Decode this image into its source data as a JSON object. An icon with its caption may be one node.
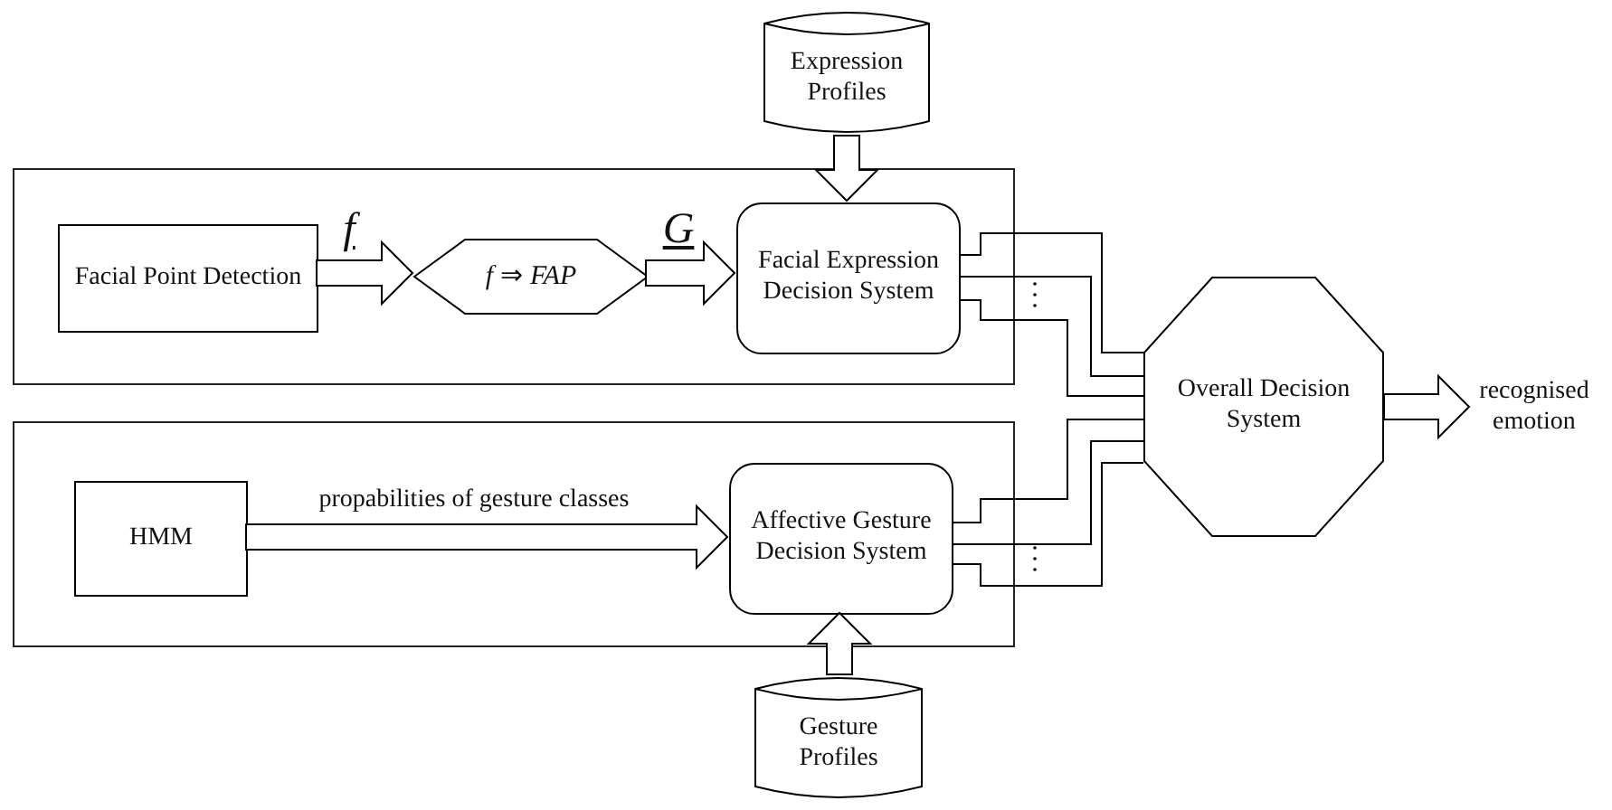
{
  "diagram": {
    "nodes": [
      {
        "text": [],
        "shape": "box"
      },
      {
        "text": [
          "Facial Point Detection"
        ],
        "in": 0
      },
      {
        "text": [
          "*f* ⇒ *FAP*"
        ],
        "in": 0
      },
      {
        "text": [
          "Facial Expression Decision System"
        ],
        "in": 0
      },
      {
        "text": [
          "Expression Profiles"
        ]
      },
      {
        "text": [
          "Overall Decision System"
        ]
      },
      {
        "text": [
          "recognised emotion"
        ]
      },
      {
        "text": [],
        "shape": "box"
      },
      {
        "text": [
          "HMM"
        ],
        "in": 7
      },
      {
        "text": [
          "Affective Gesture Decision System"
        ],
        "in": 7
      },
      {
        "text": [
          "Gesture Profiles"
        ]
      }
    ],
    "edges": [
      {
        "from": 1,
        "to": 2,
        "arrow": "to",
        "label": "f",
        "style": "thick"
      },
      {
        "from": 2,
        "to": 3,
        "arrow": "to",
        "label": "G",
        "style": "thick"
      },
      {
        "from": 4,
        "to": 3,
        "arrow": "to",
        "style": "thick"
      },
      {
        "from": 8,
        "to": 9,
        "arrow": "to",
        "label": "propabilities of gesture classes",
        "style": "thick"
      },
      {
        "from": 10,
        "to": 9,
        "arrow": "to",
        "style": "thick"
      },
      {
        "from": 5,
        "to": 6,
        "arrow": "to",
        "style": "thick"
      },
      {
        "from": 3,
        "to": 5,
        "arrow": "none"
      },
      {
        "from": 3,
        "to": 5,
        "arrow": "none"
      },
      {
        "from": 3,
        "to": 5,
        "arrow": "none"
      },
      {
        "from": 9,
        "to": 5,
        "arrow": "none"
      },
      {
        "from": 9,
        "to": 5,
        "arrow": "none"
      },
      {
        "from": 9,
        "to": 5,
        "arrow": "none"
      }
    ]
  }
}
